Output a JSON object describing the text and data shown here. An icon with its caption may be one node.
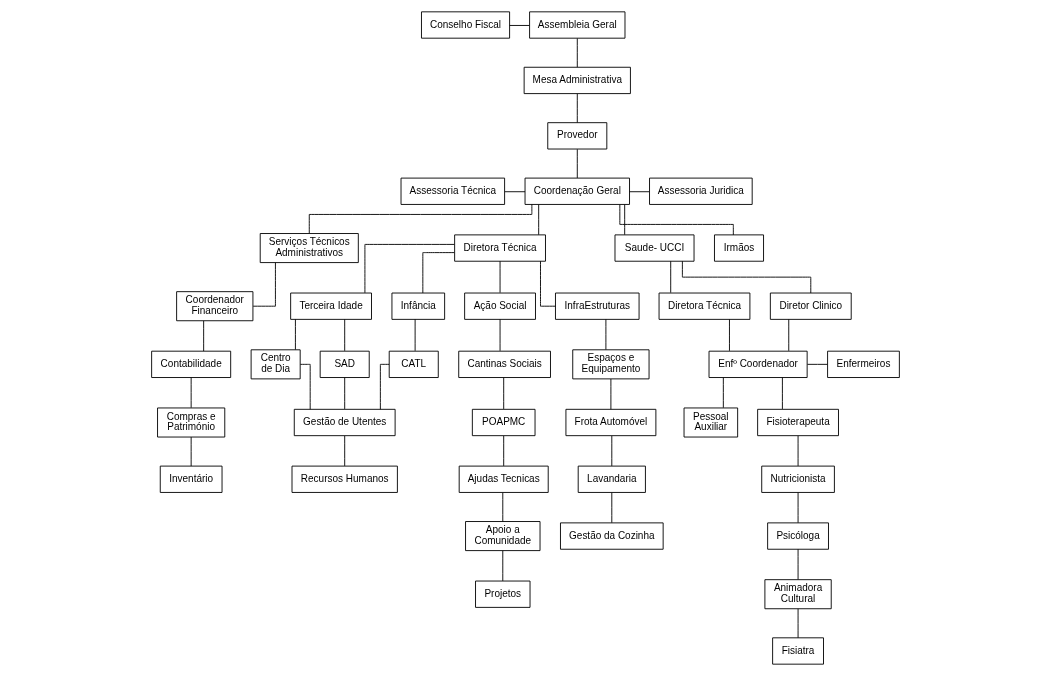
{
  "diagram": {
    "nodes": [
      {
        "text": [
          "Assembleia Geral"
        ]
      },
      {
        "text": [
          "Conselho Fiscal"
        ]
      },
      {
        "text": [
          "Mesa Administrativa"
        ]
      },
      {
        "text": [
          "Provedor"
        ]
      },
      {
        "text": [
          "Assessoria Técnica"
        ]
      },
      {
        "text": [
          "Coordenação Geral"
        ]
      },
      {
        "text": [
          "Assessoria Juridica"
        ]
      },
      {
        "text": [
          "Serviços Técnicos Administrativos"
        ]
      },
      {
        "text": [
          "Diretora Técnica"
        ]
      },
      {
        "text": [
          "Saude- UCCI"
        ]
      },
      {
        "text": [
          "Irmãos"
        ]
      },
      {
        "text": [
          "Coordenador Financeiro"
        ]
      },
      {
        "text": [
          "Contabilidade"
        ]
      },
      {
        "text": [
          "Compras e Património"
        ]
      },
      {
        "text": [
          "Inventário"
        ]
      },
      {
        "text": [
          "Terceira Idade"
        ]
      },
      {
        "text": [
          "Infância"
        ]
      },
      {
        "text": [
          "Ação Social"
        ]
      },
      {
        "text": [
          "InfraEstruturas"
        ]
      },
      {
        "text": [
          "Centro de Dia"
        ]
      },
      {
        "text": [
          "SAD"
        ]
      },
      {
        "text": [
          "CATL"
        ]
      },
      {
        "text": [
          "Gestão de Utentes"
        ]
      },
      {
        "text": [
          "Recursos Humanos"
        ]
      },
      {
        "text": [
          "Cantinas Sociais"
        ]
      },
      {
        "text": [
          "POAPMC"
        ]
      },
      {
        "text": [
          "Ajudas Tecnicas"
        ]
      },
      {
        "text": [
          "Apoio a Comunidade"
        ]
      },
      {
        "text": [
          "Projetos"
        ]
      },
      {
        "text": [
          "Espaços e Equipamento"
        ]
      },
      {
        "text": [
          "Frota Automóvel"
        ]
      },
      {
        "text": [
          "Lavandaria"
        ]
      },
      {
        "text": [
          "Gestão da Cozinha"
        ]
      },
      {
        "text": [
          "Diretora Técnica"
        ]
      },
      {
        "text": [
          "Diretor Clinico"
        ]
      },
      {
        "text": [
          "Enfº Coordenador"
        ]
      },
      {
        "text": [
          "Enfermeiros"
        ]
      },
      {
        "text": [
          "Pessoal Auxiliar"
        ]
      },
      {
        "text": [
          "Fisioterapeuta"
        ]
      },
      {
        "text": [
          "Nutricionista"
        ]
      },
      {
        "text": [
          "Psicóloga"
        ]
      },
      {
        "text": [
          "Animadora Cultural"
        ]
      },
      {
        "text": [
          "Fisiatra"
        ]
      }
    ],
    "edges": [
      {
        "from": 0,
        "to": 2,
        "arrow": "none"
      },
      {
        "from": 1,
        "to": 0,
        "arrow": "none"
      },
      {
        "from": 2,
        "to": 3,
        "arrow": "none"
      },
      {
        "from": 3,
        "to": 5,
        "arrow": "none"
      },
      {
        "from": 4,
        "to": 5,
        "arrow": "none"
      },
      {
        "from": 5,
        "to": 6,
        "arrow": "none"
      },
      {
        "from": 5,
        "to": 7,
        "arrow": "none"
      },
      {
        "from": 5,
        "to": 8,
        "arrow": "none"
      },
      {
        "from": 5,
        "to": 9,
        "arrow": "none"
      },
      {
        "from": 5,
        "to": 10,
        "arrow": "none"
      },
      {
        "from": 7,
        "to": 11,
        "arrow": "none"
      },
      {
        "from": 11,
        "to": 12,
        "arrow": "none"
      },
      {
        "from": 12,
        "to": 13,
        "arrow": "none"
      },
      {
        "from": 13,
        "to": 14,
        "arrow": "none"
      },
      {
        "from": 8,
        "to": 15,
        "arrow": "none"
      },
      {
        "from": 8,
        "to": 16,
        "arrow": "none"
      },
      {
        "from": 8,
        "to": 17,
        "arrow": "none"
      },
      {
        "from": 8,
        "to": 18,
        "arrow": "none"
      },
      {
        "from": 15,
        "to": 19,
        "arrow": "none"
      },
      {
        "from": 15,
        "to": 20,
        "arrow": "none"
      },
      {
        "from": 16,
        "to": 21,
        "arrow": "none"
      },
      {
        "from": 19,
        "to": 22,
        "arrow": "none"
      },
      {
        "from": 20,
        "to": 22,
        "arrow": "none"
      },
      {
        "from": 21,
        "to": 22,
        "arrow": "none"
      },
      {
        "from": 22,
        "to": 23,
        "arrow": "none"
      },
      {
        "from": 17,
        "to": 24,
        "arrow": "none"
      },
      {
        "from": 24,
        "to": 25,
        "arrow": "none"
      },
      {
        "from": 25,
        "to": 26,
        "arrow": "none"
      },
      {
        "from": 26,
        "to": 27,
        "arrow": "none"
      },
      {
        "from": 27,
        "to": 28,
        "arrow": "none"
      },
      {
        "from": 18,
        "to": 29,
        "arrow": "none"
      },
      {
        "from": 29,
        "to": 30,
        "arrow": "none"
      },
      {
        "from": 30,
        "to": 31,
        "arrow": "none"
      },
      {
        "from": 31,
        "to": 32,
        "arrow": "none"
      },
      {
        "from": 9,
        "to": 33,
        "arrow": "none"
      },
      {
        "from": 9,
        "to": 34,
        "arrow": "none"
      },
      {
        "from": 33,
        "to": 35,
        "arrow": "none"
      },
      {
        "from": 34,
        "to": 35,
        "arrow": "none"
      },
      {
        "from": 35,
        "to": 36,
        "arrow": "none"
      },
      {
        "from": 35,
        "to": 37,
        "arrow": "none"
      },
      {
        "from": 35,
        "to": 38,
        "arrow": "none"
      },
      {
        "from": 38,
        "to": 39,
        "arrow": "none"
      },
      {
        "from": 39,
        "to": 40,
        "arrow": "none"
      },
      {
        "from": 40,
        "to": 41,
        "arrow": "none"
      },
      {
        "from": 41,
        "to": 42,
        "arrow": "none"
      }
    ]
  }
}
